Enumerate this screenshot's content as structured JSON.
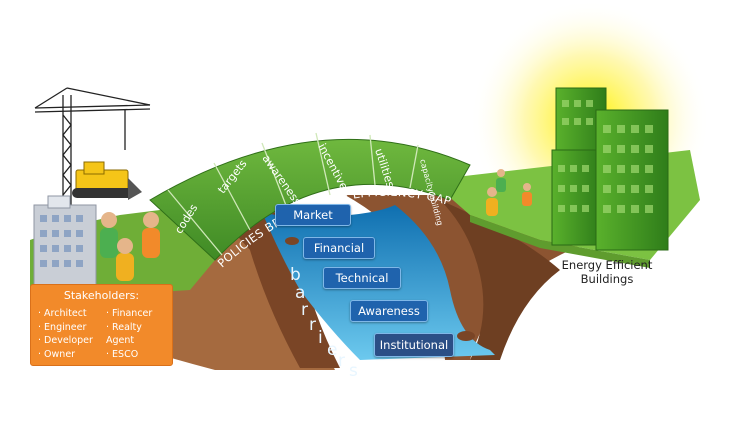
{
  "policies_title": "POLICIES BRIDGING THE EFFICIENCY GAP",
  "bridge_segments": [
    "codes",
    "targets",
    "awareness",
    "incentives",
    "utilities",
    "capacity building"
  ],
  "barriers_word": "barriers",
  "barriers": [
    "Market",
    "Financial",
    "Technical",
    "Awareness",
    "Institutional"
  ],
  "stakeholders": {
    "title": "Stakeholders:",
    "column1": [
      "Architect",
      "Engineer",
      "Developer",
      "Owner"
    ],
    "column2": [
      "Financer",
      "Realty Agent",
      "ESCO"
    ]
  },
  "destination_label": [
    "Energy Efficient",
    "Buildings"
  ],
  "colors": {
    "arch_green": "#4e9a2c",
    "grass_green": "#7cc242",
    "river_blue": "#29a3d6",
    "barrier_box": "#1f63ad",
    "stakeholder_panel": "#f28a2a",
    "sun_yellow": "#fff200"
  }
}
